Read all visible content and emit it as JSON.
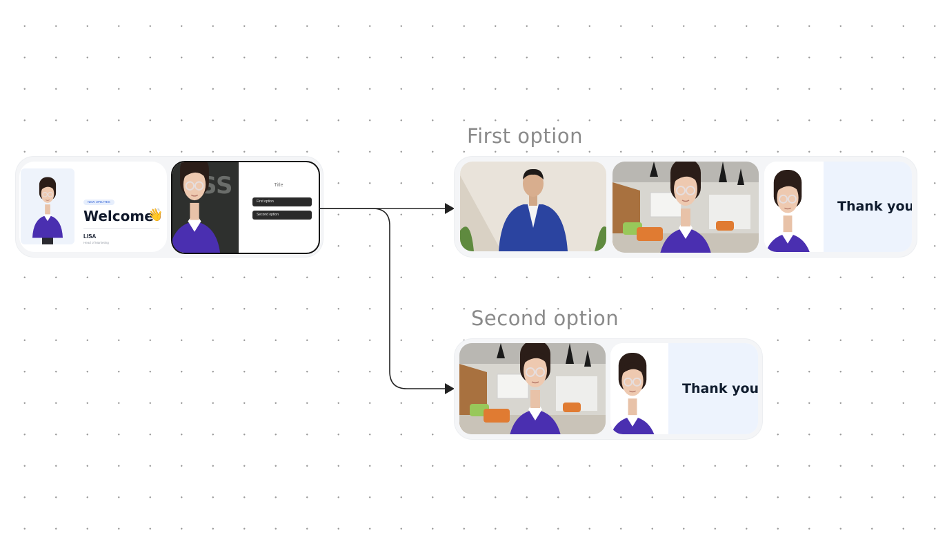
{
  "intro": {
    "badge": "NEW UPDATES",
    "title": "Welcome",
    "emoji": "👋",
    "presenter_name": "LISA",
    "presenter_role": "Head of Marketing"
  },
  "question": {
    "title": "Title",
    "options": [
      "First option",
      "Second option"
    ]
  },
  "branches": [
    {
      "label": "First option",
      "thank_you": "Thank you"
    },
    {
      "label": "Second option",
      "thank_you": "Thank you"
    }
  ],
  "colors": {
    "sweater": "#4a2fb0",
    "accent_panel": "#edf3fd",
    "connector": "#222222",
    "label": "#8a8a8a"
  }
}
